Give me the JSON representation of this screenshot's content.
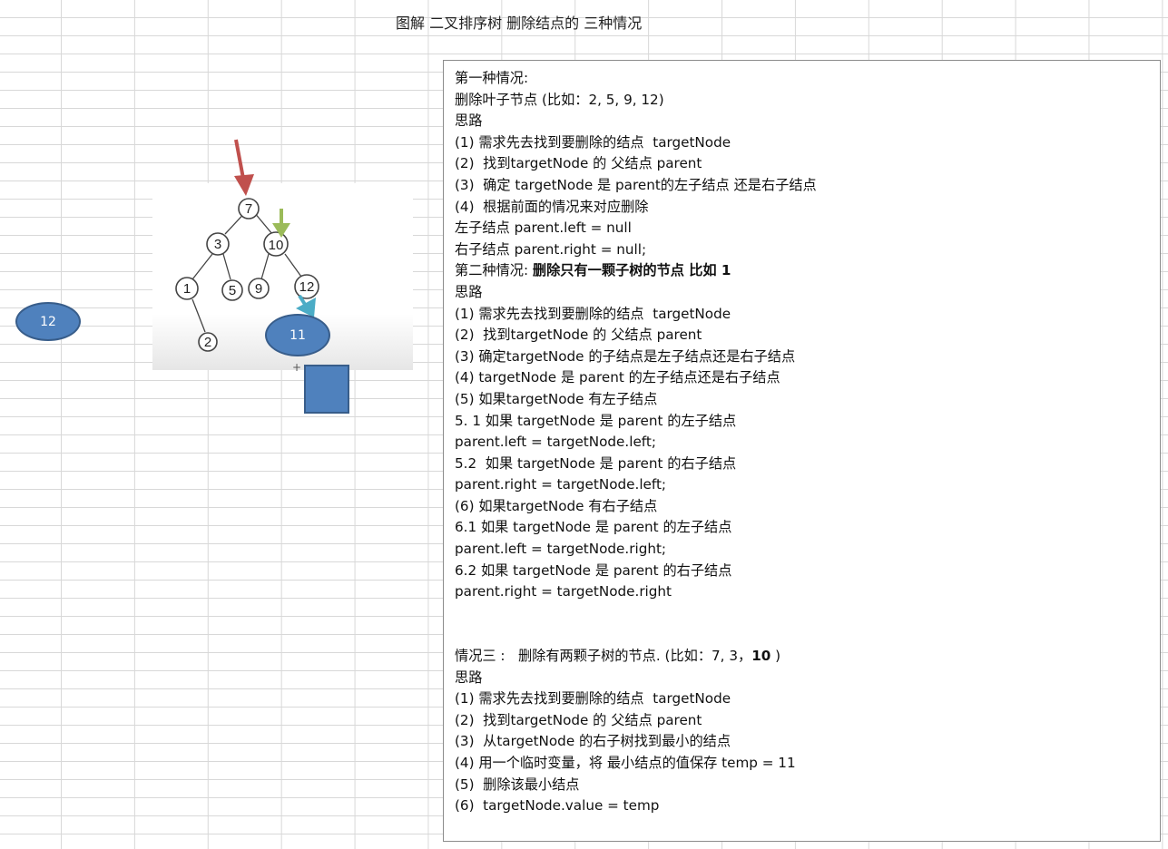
{
  "sheet": {
    "title": "图解 二叉排序树 删除结点的 三种情况"
  },
  "shapes": {
    "ellipse_left_label": "12",
    "ellipse_tree_label": "11"
  },
  "tree": {
    "nodes": [
      "7",
      "3",
      "10",
      "1",
      "5",
      "9",
      "12",
      "2"
    ],
    "arrow_colors": {
      "red": "#c0504d",
      "green": "#9bbb59",
      "cyan": "#4bacc6"
    }
  },
  "textbox": {
    "lines": [
      "第一种情况:",
      "删除叶子节点 (比如：2, 5, 9, 12)",
      "思路",
      "(1) 需求先去找到要删除的结点  targetNode",
      "(2)  找到targetNode 的 父结点 parent",
      "(3)  确定 targetNode 是 parent的左子结点 还是右子结点",
      "(4)  根据前面的情况来对应删除",
      "左子结点 parent.left = null",
      "右子结点 parent.right = null;",
      "第二种情况: ",
      "删除只有一颗子树的节点 比如 1",
      "思路",
      "(1) 需求先去找到要删除的结点  targetNode",
      "(2)  找到targetNode 的 父结点 parent",
      "(3) 确定targetNode 的子结点是左子结点还是右子结点",
      "(4) targetNode 是 parent 的左子结点还是右子结点",
      "(5) 如果targetNode 有左子结点",
      "5. 1 如果 targetNode 是 parent 的左子结点",
      "parent.left = targetNode.left;",
      "5.2  如果 targetNode 是 parent 的右子结点",
      "parent.right = targetNode.left;",
      "(6) 如果targetNode 有右子结点",
      "6.1 如果 targetNode 是 parent 的左子结点",
      "parent.left = targetNode.right;",
      "6.2 如果 targetNode 是 parent 的右子结点",
      "parent.right = targetNode.right",
      "情况三 :   删除有两颗子树的节点. (比如：7, 3，",
      "10",
      " )",
      "思路",
      "(1) 需求先去找到要删除的结点  targetNode",
      "(2)  找到targetNode 的 父结点 parent",
      "(3)  从targetNode 的右子树找到最小的结点",
      "(4) 用一个临时变量，将 最小结点的值保存 temp = 11",
      "(5)  删除该最小结点",
      "(6)  targetNode.value = temp"
    ]
  }
}
